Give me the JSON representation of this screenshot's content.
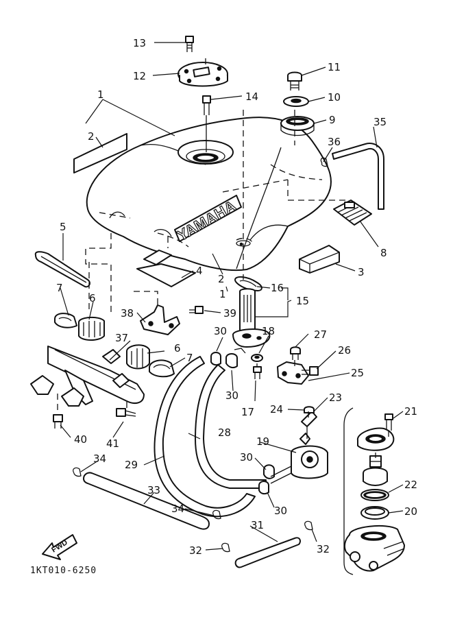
{
  "diagram": {
    "brand_text": "YAMAHA",
    "direction_label": "FWD",
    "footer_code": "1KT010-6250",
    "callouts": {
      "c1": "1",
      "c1b": "1",
      "c2": "2",
      "c2b": "2",
      "c3": "3",
      "c4": "4",
      "c5": "5",
      "c6": "6",
      "c6b": "6",
      "c7": "7",
      "c7b": "7",
      "c8": "8",
      "c9": "9",
      "c10": "10",
      "c11": "11",
      "c12": "12",
      "c13": "13",
      "c14": "14",
      "c15": "15",
      "c16": "16",
      "c17": "17",
      "c18": "18",
      "c19": "19",
      "c20": "20",
      "c21": "21",
      "c22": "22",
      "c23": "23",
      "c24": "24",
      "c25": "25",
      "c26": "26",
      "c27": "27",
      "c28": "28",
      "c29": "29",
      "c30a": "30",
      "c30b": "30",
      "c30c": "30",
      "c30d": "30",
      "c31": "31",
      "c32a": "32",
      "c32b": "32",
      "c33": "33",
      "c34a": "34",
      "c34b": "34",
      "c35": "35",
      "c36": "36",
      "c37": "37",
      "c38": "38",
      "c39": "39",
      "c40": "40",
      "c41": "41"
    }
  }
}
